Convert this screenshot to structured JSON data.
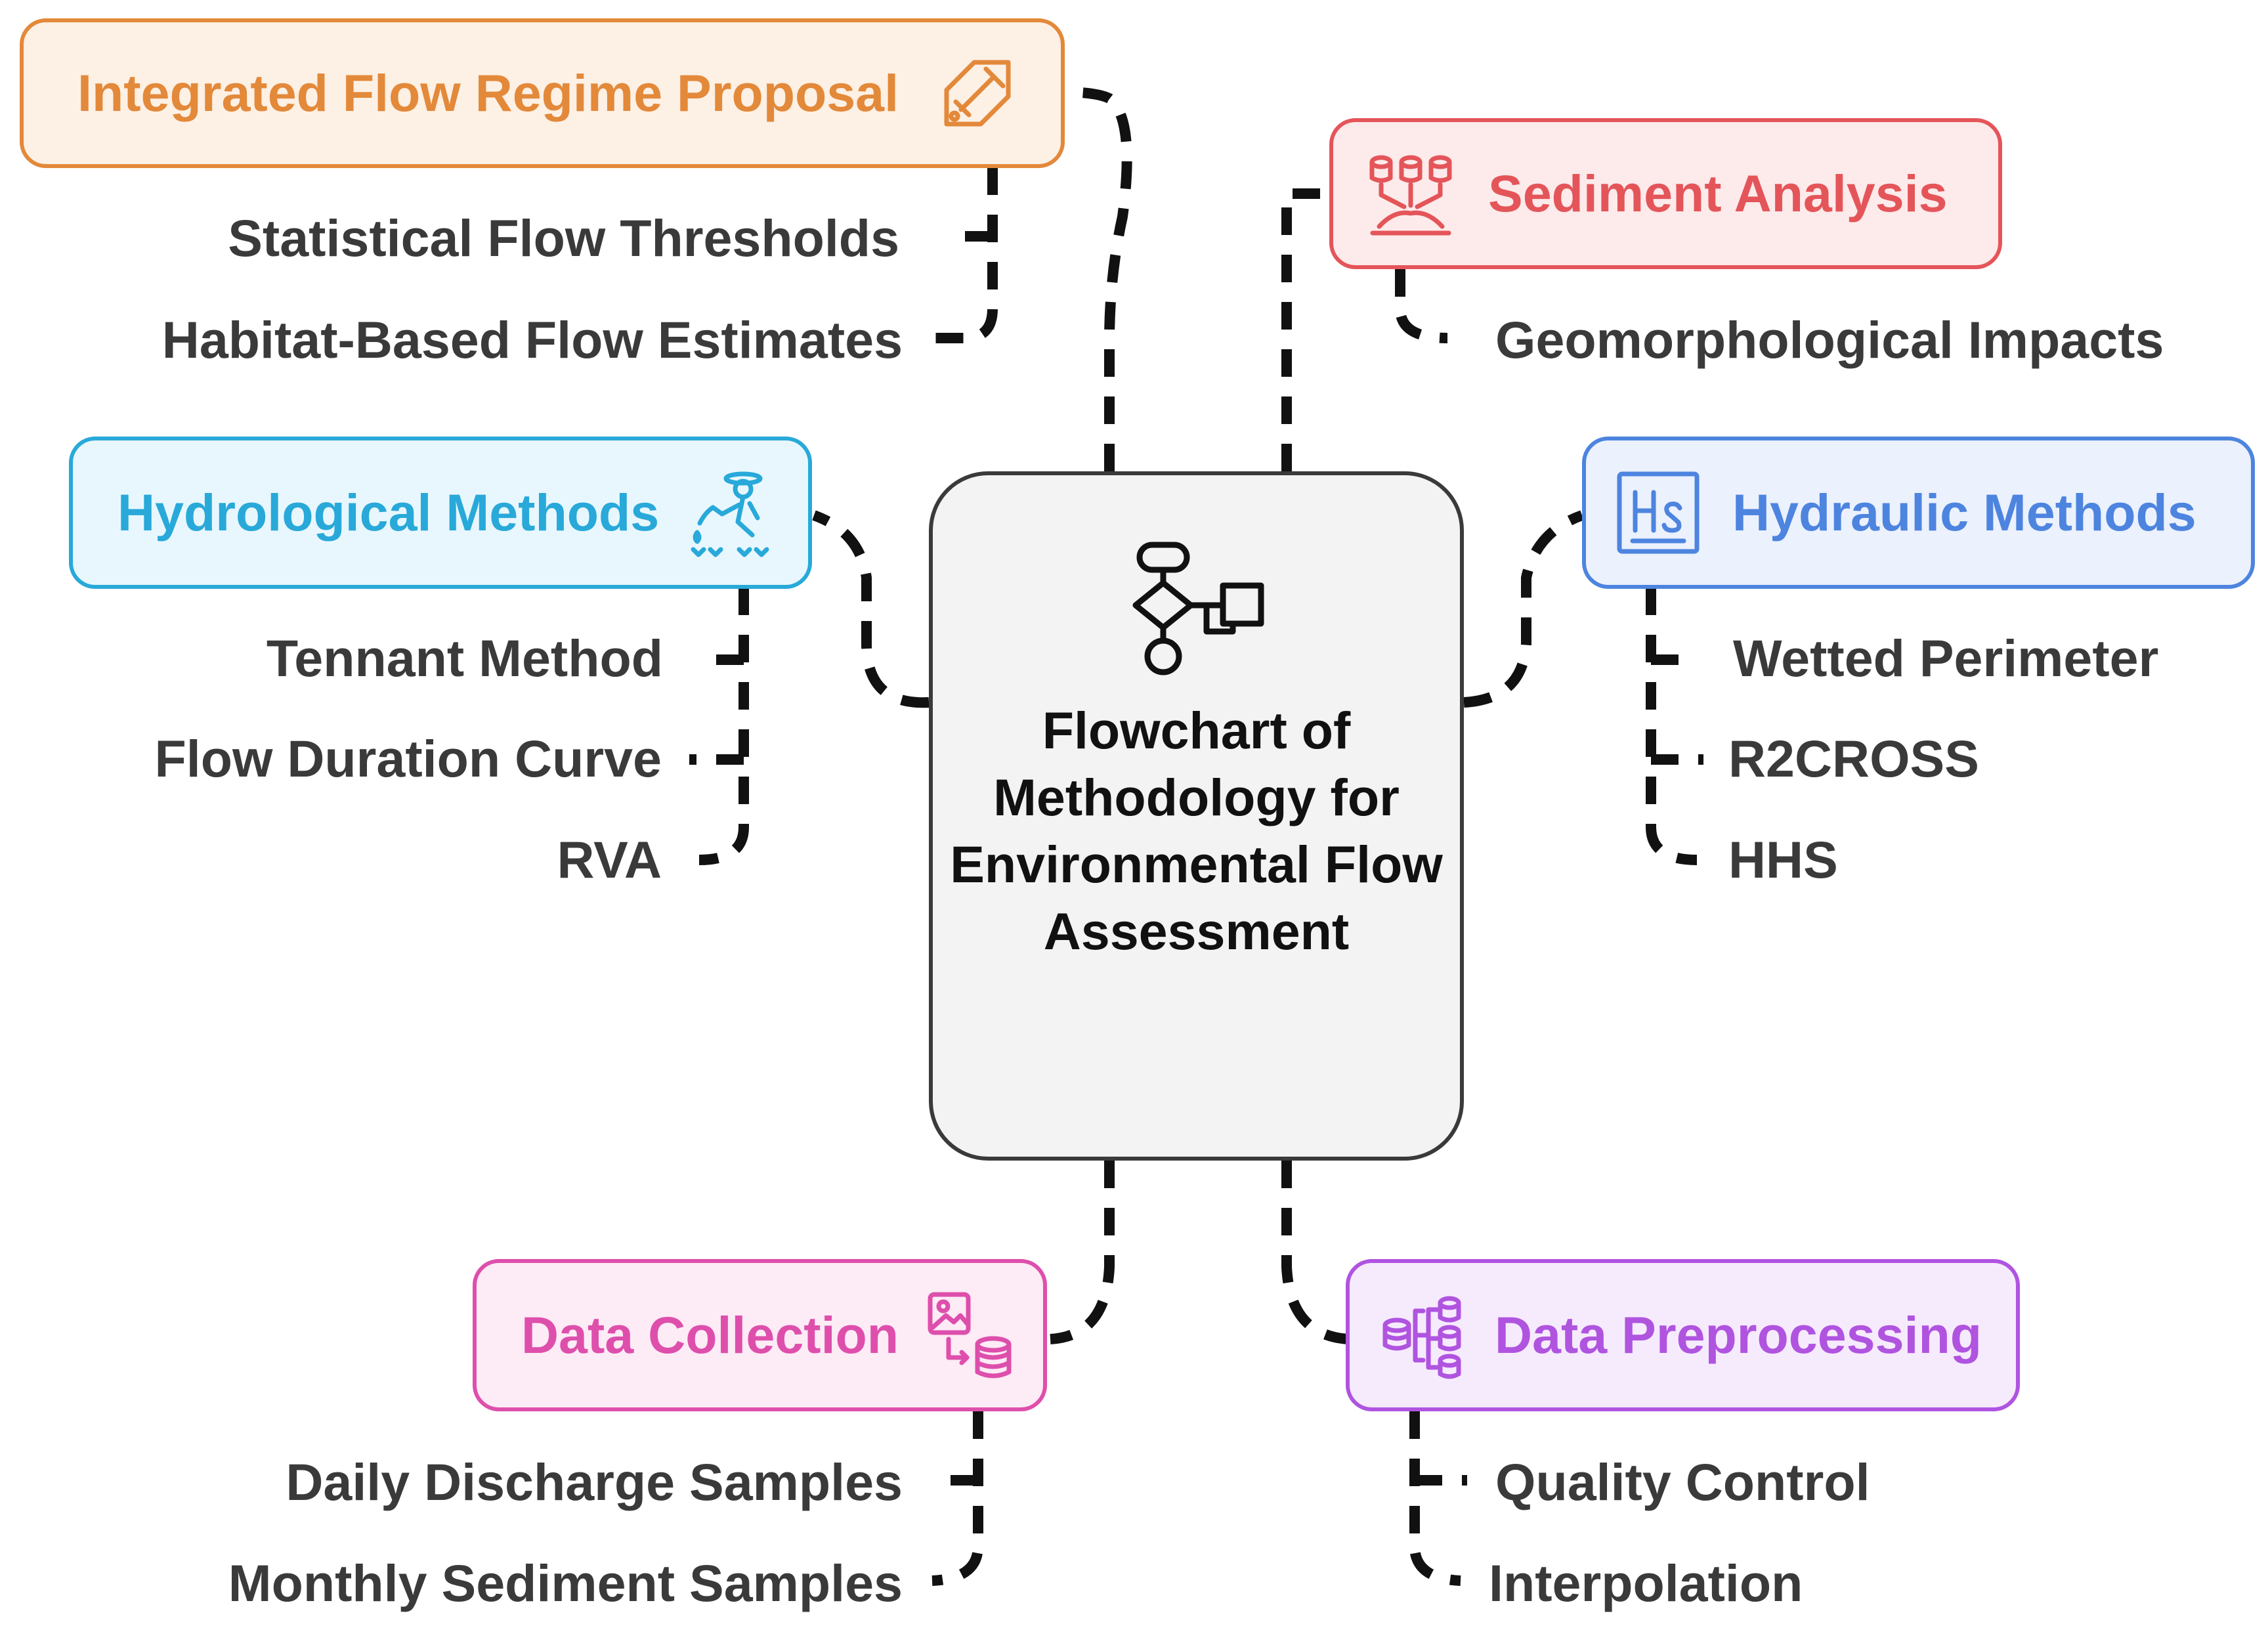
{
  "center": {
    "title": "Flowchart of Methodology for Environmental Flow Assessment",
    "icon": "flowchart-icon"
  },
  "nodes": [
    {
      "id": "integrated",
      "label": "Integrated Flow Regime Proposal",
      "icon": "edit-document-icon",
      "color": "#e3893a",
      "fill": "#fdf0e4",
      "items": [
        "Statistical Flow Thresholds",
        "Habitat-Based Flow Estimates"
      ]
    },
    {
      "id": "sediment",
      "label": "Sediment Analysis",
      "icon": "sediment-database-icon",
      "color": "#e4555a",
      "fill": "#fdeaea",
      "items": [
        "Geomorphological Impacts"
      ]
    },
    {
      "id": "hydrological",
      "label": "Hydrological Methods",
      "icon": "hydrologist-icon",
      "color": "#28a9d9",
      "fill": "#e8f7fd",
      "items": [
        "Tennant Method",
        "Flow Duration Curve",
        "RVA"
      ]
    },
    {
      "id": "hydraulic",
      "label": "Hydraulic Methods",
      "icon": "hydraulic-hs-icon",
      "color": "#4d84df",
      "fill": "#ebf1fd",
      "items": [
        "Wetted Perimeter",
        "R2CROSS",
        "HHS"
      ]
    },
    {
      "id": "collection",
      "label": "Data Collection",
      "icon": "image-database-icon",
      "color": "#de4fac",
      "fill": "#fdebf6",
      "items": [
        "Daily Discharge Samples",
        "Monthly Sediment Samples"
      ]
    },
    {
      "id": "preprocessing",
      "label": "Data Preprocessing",
      "icon": "database-network-icon",
      "color": "#b054e0",
      "fill": "#f6ebfd",
      "items": [
        "Quality Control",
        "Interpolation"
      ]
    }
  ]
}
